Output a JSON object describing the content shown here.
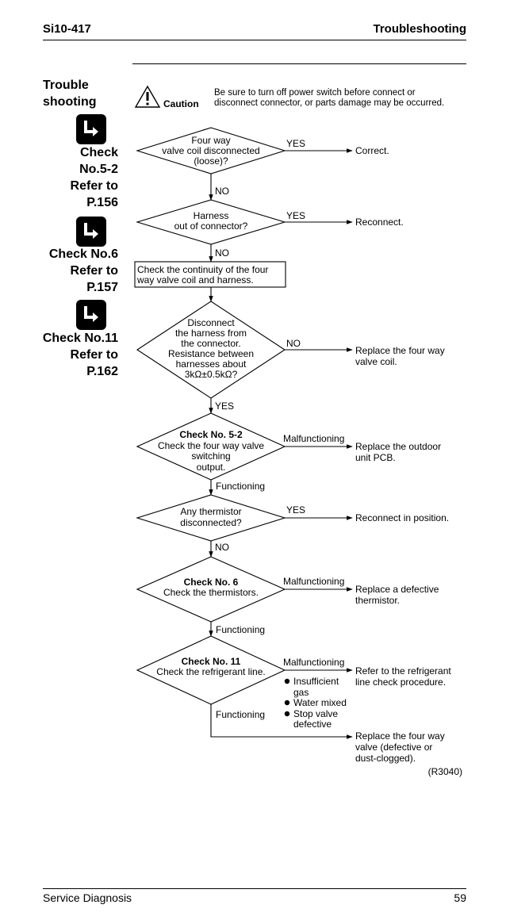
{
  "header": {
    "doc_id": "Si10-417",
    "section": "Troubleshooting"
  },
  "sidebar": {
    "title_line1": "Trouble",
    "title_line2": "shooting",
    "checks": [
      {
        "line1": "Check",
        "line2": "No.5-2",
        "line3": "Refer to",
        "line4": "P.156"
      },
      {
        "line1": "Check No.6",
        "line2": "Refer to",
        "line3": "P.157"
      },
      {
        "line1": "Check No.11",
        "line2": "Refer to",
        "line3": "P.162"
      }
    ]
  },
  "caution": {
    "label": "Caution",
    "line1": "Be sure to turn off power switch before connect or",
    "line2": "disconnect connector, or parts damage may be occurred."
  },
  "flow": {
    "d1": {
      "l1": "Four way",
      "l2": "valve coil disconnected",
      "l3": "(loose)?",
      "yes": "YES",
      "no": "NO",
      "yes_result": "Correct."
    },
    "d2": {
      "l1": "Harness",
      "l2": "out of connector?",
      "yes": "YES",
      "no": "NO",
      "yes_result": "Reconnect."
    },
    "box1": {
      "l1": "Check the continuity of the four",
      "l2": "way valve coil and harness."
    },
    "d3": {
      "l1": "Disconnect",
      "l2": "the harness from",
      "l3": "the connector.",
      "l4": "Resistance between",
      "l5": "harnesses about",
      "l6": "3kΩ±0.5kΩ?",
      "no": "NO",
      "yes": "YES",
      "no_result_1": "Replace the four way",
      "no_result_2": "valve coil."
    },
    "d4": {
      "l1": "Check No. 5-2",
      "l2": "Check the four way valve",
      "l3": "switching",
      "l4": "output.",
      "malf": "Malfunctioning",
      "func": "Functioning",
      "malf_result_1": "Replace the outdoor",
      "malf_result_2": "unit PCB."
    },
    "d5": {
      "l1": "Any thermistor",
      "l2": "disconnected?",
      "yes": "YES",
      "no": "NO",
      "yes_result": "Reconnect in position."
    },
    "d6": {
      "l1": "Check No. 6",
      "l2": "Check the thermistors.",
      "malf": "Malfunctioning",
      "func": "Functioning",
      "malf_result_1": "Replace a defective",
      "malf_result_2": "thermistor."
    },
    "d7": {
      "l1": "Check No. 11",
      "l2": "Check the refrigerant line.",
      "malf": "Malfunctioning",
      "func": "Functioning",
      "malf_result_1": "Refer to the refrigerant",
      "malf_result_2": "line check procedure.",
      "causes": {
        "c1a": "Insufficient",
        "c1b": "gas",
        "c2": "Water mixed",
        "c3a": "Stop valve",
        "c3b": "defective"
      }
    },
    "final": {
      "l1": "Replace the four way",
      "l2": "valve (defective or",
      "l3": "dust-clogged)."
    },
    "figure_id": "(R3040)"
  },
  "footer": {
    "left": "Service Diagnosis",
    "page": "59"
  }
}
